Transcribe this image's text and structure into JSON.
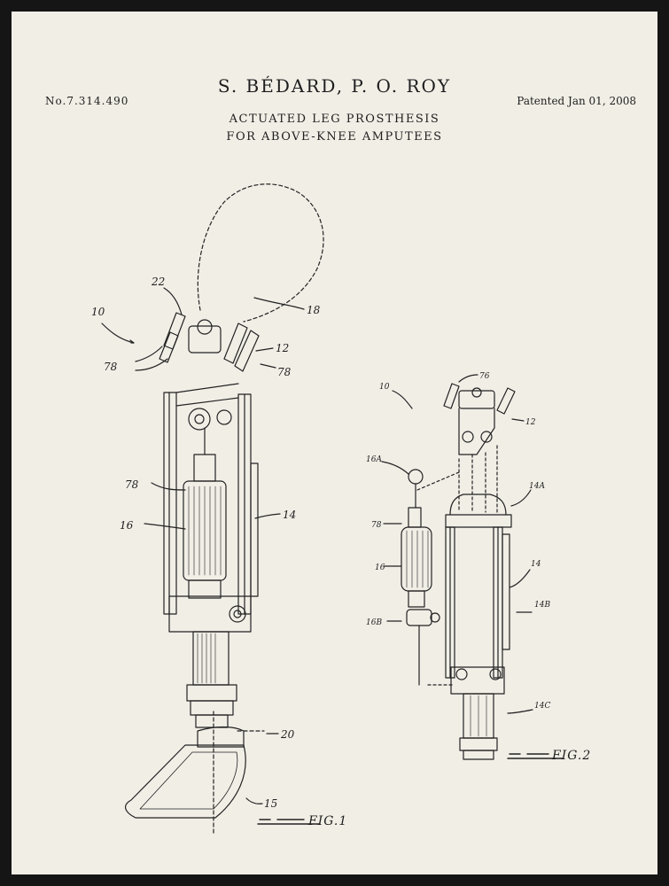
{
  "header": {
    "patent_number": "No.7.314.490",
    "patent_date": "Patented Jan 01, 2008",
    "inventors": "S. BÉDARD, P. O. ROY",
    "title_line1": "ACTUATED LEG PROSTHESIS",
    "title_line2": "FOR ABOVE-KNEE AMPUTEES"
  },
  "figure1": {
    "label_10": "10",
    "label_22": "22",
    "label_18": "18",
    "label_12": "12",
    "label_78_left": "78",
    "label_78_right": "78",
    "label_78_mid": "78",
    "label_16": "16",
    "label_14": "14",
    "label_20": "20",
    "label_15": "15",
    "caption": "FIG.1"
  },
  "figure2": {
    "label_76": "76",
    "label_10": "10",
    "label_12": "12",
    "label_16a": "16A",
    "label_14a": "14A",
    "label_78": "78",
    "label_16": "16",
    "label_14": "14",
    "label_14b": "14B",
    "label_16b": "16B",
    "label_14c": "14C",
    "caption": "FIG.2"
  }
}
